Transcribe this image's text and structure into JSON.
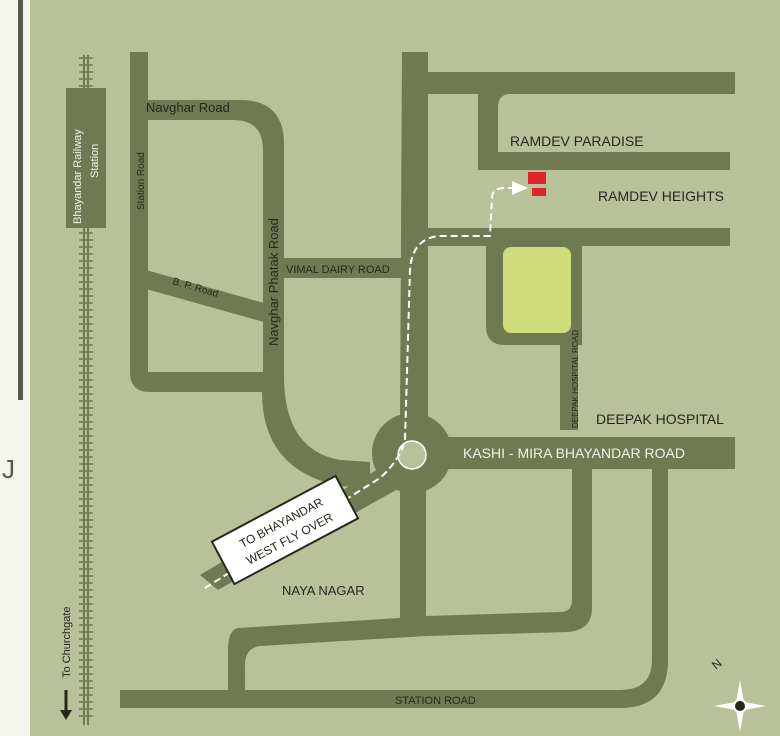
{
  "colors": {
    "page_background": "#ffffff",
    "land": "#b8c19a",
    "road": "#6f7a52",
    "text": "#26281c",
    "site_marker": "#e0202a",
    "park": "#cfdc7a",
    "route": "#ffffff"
  },
  "labels": {
    "navghar_road": "Navghar Road",
    "station_road_vertical": "Station Road",
    "bp_road": "B. P. Road",
    "navghar_phatak_road": "Navghar Phatak Road",
    "vimal_dairy_road": "VIMAL DAIRY ROAD",
    "ramdev_paradise": "RAMDEV PARADISE",
    "ramdev_heights": "RAMDEV HEIGHTS",
    "deepak_hospital_road": "DEEPAK HOSPITAL ROAD",
    "deepak_hospital": "DEEPAK HOSPITAL",
    "kashi_mira_road": "KASHI - MIRA BHAYANDAR ROAD",
    "flyover_line1": "TO BHAYANDAR",
    "flyover_line2": "WEST FLY OVER",
    "naya_nagar": "NAYA NAGAR",
    "station_road_bottom": "STATION ROAD",
    "railway_line1": "Bhayandar Railway",
    "railway_line2": "Station",
    "to_churchgate": "To Churchgate",
    "compass_north": "N"
  },
  "icons": {
    "site_marker": "red-building-marker",
    "direction_arrow": "white-arrow",
    "compass": "compass-rose",
    "churchgate_arrow": "down-arrow"
  }
}
